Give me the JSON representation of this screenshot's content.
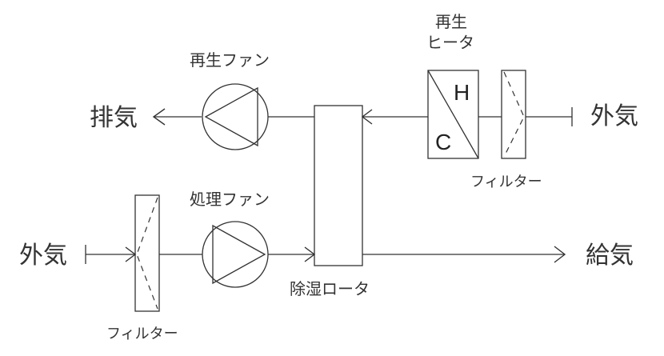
{
  "labels": {
    "exhaust": "排気",
    "outside_air_top": "外気",
    "outside_air_bottom": "外気",
    "supply_air": "給気",
    "regen_fan": "再生ファン",
    "process_fan": "処理ファン",
    "regen_heater_line1": "再生",
    "regen_heater_line2": "ヒータ",
    "filter_top": "フィルター",
    "filter_bottom": "フィルター",
    "rotor": "除湿ロータ",
    "heater_hot": "H",
    "heater_cold": "C"
  },
  "colors": {
    "rotor_fill": "#f3e375",
    "heater_fill": "#f0a04b",
    "filter_fill": "#9fd1b0",
    "fan_fill": "#cfcfcf",
    "line": "#333333"
  }
}
